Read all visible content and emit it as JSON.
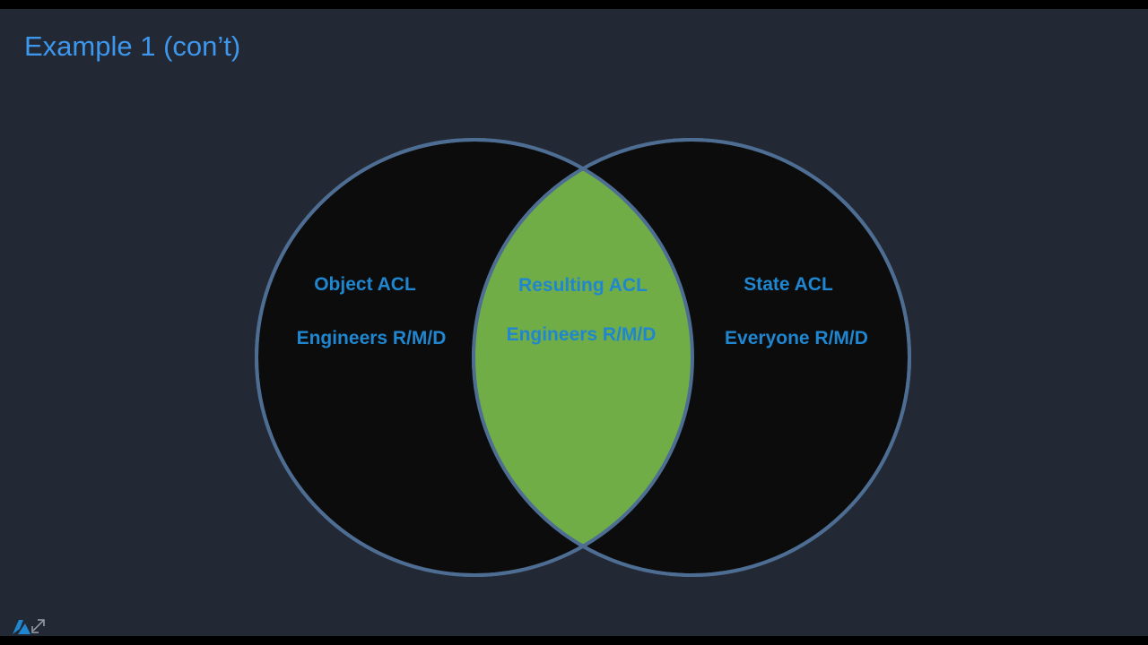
{
  "slide": {
    "title": "Example 1 (con’t)"
  },
  "diagram": {
    "left_set": {
      "heading": "Object ACL",
      "entry": "Engineers R/M/D"
    },
    "right_set": {
      "heading": "State ACL",
      "entry": "Everyone R/M/D"
    },
    "intersection": {
      "heading": "Resulting ACL",
      "entry": "Engineers R/M/D"
    }
  },
  "colors": {
    "background": "#222834",
    "title": "#3d97ec",
    "circle_fill": "#0c0c0d",
    "circle_stroke": "#4e6d92",
    "intersection_fill": "#70ad47",
    "label_text": "#1f86cf"
  },
  "icons": {
    "corner": "presenter-logo-icon"
  }
}
